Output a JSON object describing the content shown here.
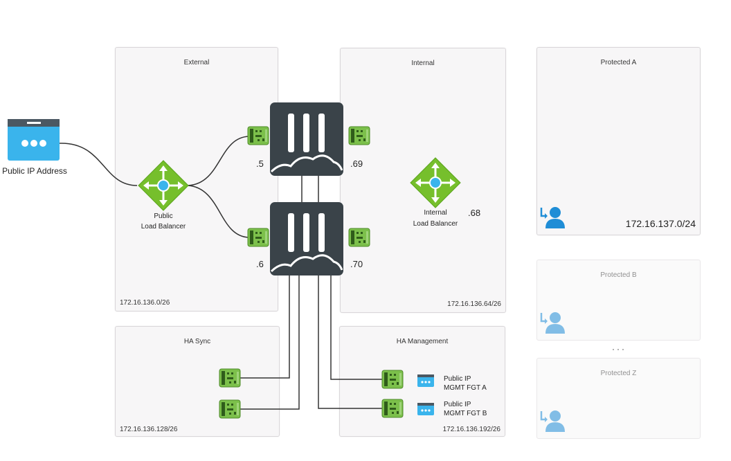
{
  "public_ip": {
    "label": "Public IP Address"
  },
  "subnets": {
    "external": {
      "title": "External",
      "cidr": "172.16.136.0/26"
    },
    "internal": {
      "title": "Internal",
      "cidr": "172.16.136.64/26"
    },
    "ha_sync": {
      "title": "HA Sync",
      "cidr": "172.16.136.128/26"
    },
    "ha_mgmt": {
      "title": "HA Management",
      "cidr": "172.16.136.192/26"
    },
    "protected_a": {
      "title": "Protected A",
      "cidr": "172.16.137.0/24"
    },
    "protected_b": {
      "title": "Protected B"
    },
    "protected_z": {
      "title": "Protected Z"
    }
  },
  "public_lb": {
    "line1": "Public",
    "line2": "Load Balancer"
  },
  "internal_lb": {
    "line1": "Internal",
    "line2": "Load Balancer",
    "ip": ".68"
  },
  "fgt_a": {
    "ext_ip": ".5",
    "int_ip": ".69"
  },
  "fgt_b": {
    "ext_ip": ".6",
    "int_ip": ".70"
  },
  "mgmt": {
    "a": {
      "line1": "Public IP",
      "line2": "MGMT FGT A"
    },
    "b": {
      "line1": "Public IP",
      "line2": "MGMT FGT B"
    }
  },
  "colors": {
    "nic_green": "#7cc04b",
    "lb_green": "#76bf2c",
    "firewall_dark": "#3a4349",
    "azure_blue": "#3ab4ec",
    "user_blue": "#1f8dd6"
  }
}
